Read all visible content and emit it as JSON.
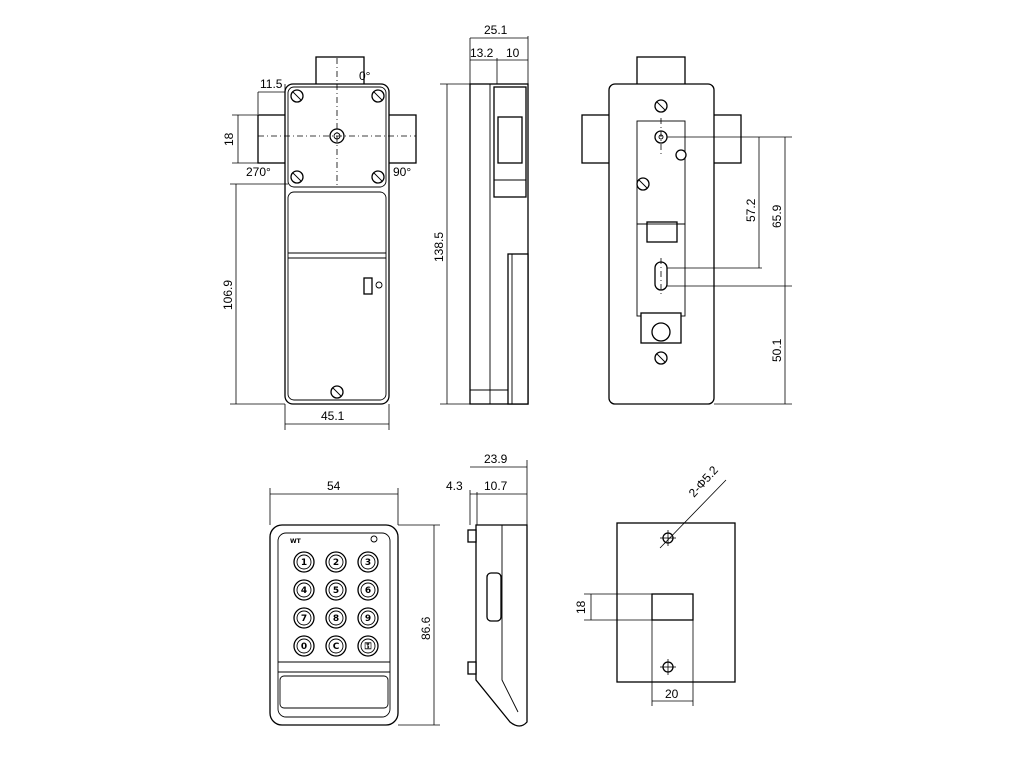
{
  "dimensions": {
    "front_width": "45.1",
    "front_height": "106.9",
    "front_cam_offset": "11.5",
    "front_cam_height": "18",
    "angle_0": "0°",
    "angle_90": "90°",
    "angle_270": "270°",
    "side_depth": "25.1",
    "side_a": "13.2",
    "side_b": "10",
    "side_height": "138.5",
    "back_57": "57.2",
    "back_65": "65.9",
    "back_50": "50.1",
    "keypad_width": "54",
    "keypad_height": "86.6",
    "keypad_side_depth": "23.9",
    "keypad_side_a": "4.3",
    "keypad_side_b": "10.7",
    "cutout_holes": "2-Φ5.2",
    "cutout_height": "18",
    "cutout_width": "20"
  },
  "keypad": {
    "logo": "WT",
    "keys": [
      "1",
      "2",
      "3",
      "4",
      "5",
      "6",
      "7",
      "8",
      "9",
      "0",
      "C",
      "⚿"
    ]
  }
}
